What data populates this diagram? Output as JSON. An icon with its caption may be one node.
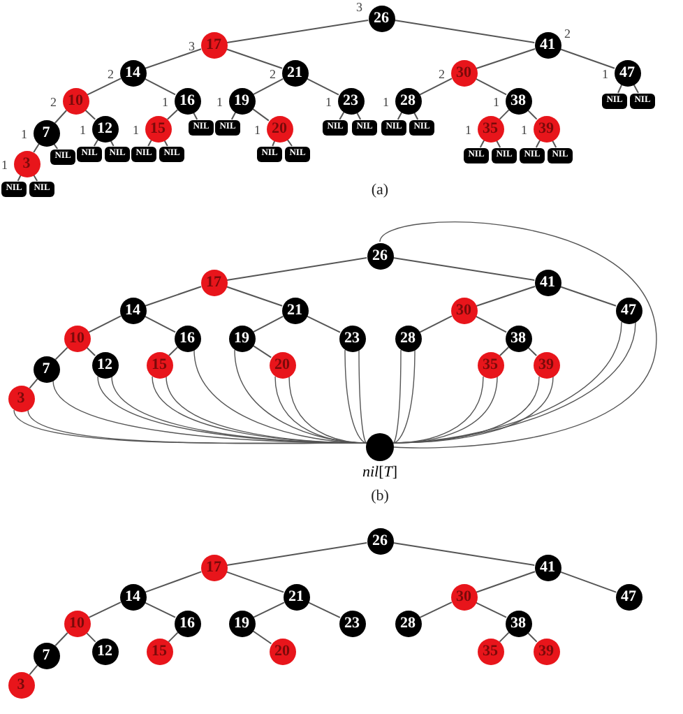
{
  "diagram": {
    "nodes": [
      {
        "text": [
          "26"
        ],
        "beside": [
          "3"
        ]
      },
      {
        "text": [
          "17"
        ],
        "beside": [
          "3"
        ]
      },
      {
        "text": [
          "41"
        ],
        "beside": [
          "2"
        ]
      },
      {
        "text": [
          "14"
        ],
        "beside": [
          "2"
        ]
      },
      {
        "text": [
          "21"
        ],
        "beside": [
          "2"
        ]
      },
      {
        "text": [
          "30"
        ],
        "beside": [
          "2"
        ]
      },
      {
        "text": [
          "47"
        ],
        "beside": [
          "1"
        ]
      },
      {
        "text": [
          "10"
        ],
        "beside": [
          "2"
        ]
      },
      {
        "text": [
          "16"
        ],
        "beside": [
          "1"
        ]
      },
      {
        "text": [
          "19"
        ],
        "beside": [
          "1"
        ]
      },
      {
        "text": [
          "23"
        ],
        "beside": [
          "1"
        ]
      },
      {
        "text": [
          "28"
        ],
        "beside": [
          "1"
        ]
      },
      {
        "text": [
          "38"
        ],
        "beside": [
          "1"
        ]
      },
      {
        "text": [
          "NIL"
        ]
      },
      {
        "text": [
          "NIL"
        ]
      },
      {
        "text": [
          "7"
        ],
        "beside": [
          "1"
        ]
      },
      {
        "text": [
          "12"
        ],
        "beside": [
          "1"
        ]
      },
      {
        "text": [
          "15"
        ],
        "beside": [
          "1"
        ]
      },
      {
        "text": [
          "NIL"
        ]
      },
      {
        "text": [
          "NIL"
        ]
      },
      {
        "text": [
          "20"
        ],
        "beside": [
          "1"
        ]
      },
      {
        "text": [
          "NIL"
        ]
      },
      {
        "text": [
          "NIL"
        ]
      },
      {
        "text": [
          "NIL"
        ]
      },
      {
        "text": [
          "NIL"
        ]
      },
      {
        "text": [
          "35"
        ],
        "beside": [
          "1"
        ]
      },
      {
        "text": [
          "39"
        ],
        "beside": [
          "1"
        ]
      },
      {
        "text": [
          "3"
        ],
        "beside": [
          "1"
        ]
      },
      {
        "text": [
          "NIL"
        ]
      },
      {
        "text": [
          "NIL"
        ]
      },
      {
        "text": [
          "NIL"
        ]
      },
      {
        "text": [
          "NIL"
        ]
      },
      {
        "text": [
          "NIL"
        ]
      },
      {
        "text": [
          "NIL"
        ]
      },
      {
        "text": [
          "NIL"
        ]
      },
      {
        "text": [
          "NIL"
        ]
      },
      {
        "text": [
          "NIL"
        ]
      },
      {
        "text": [
          "NIL"
        ]
      },
      {
        "text": [
          "NIL"
        ]
      },
      {
        "text": [
          "NIL"
        ]
      },
      {
        "text": [
          "NIL"
        ]
      },
      {
        "text": [
          "26"
        ]
      },
      {
        "text": [
          "17"
        ]
      },
      {
        "text": [
          "41"
        ]
      },
      {
        "text": [
          "14"
        ]
      },
      {
        "text": [
          "21"
        ]
      },
      {
        "text": [
          "30"
        ]
      },
      {
        "text": [
          "47"
        ]
      },
      {
        "text": [
          "10"
        ]
      },
      {
        "text": [
          "16"
        ]
      },
      {
        "text": [
          "19"
        ]
      },
      {
        "text": [
          "23"
        ]
      },
      {
        "text": [
          "28"
        ]
      },
      {
        "text": [
          "38"
        ]
      },
      {
        "text": [
          "7"
        ]
      },
      {
        "text": [
          "12"
        ]
      },
      {
        "text": [
          "15"
        ]
      },
      {
        "text": [
          "20"
        ]
      },
      {
        "text": [
          "35"
        ]
      },
      {
        "text": [
          "39"
        ]
      },
      {
        "text": [
          "3"
        ]
      },
      {
        "text": [
          "*nil*[*T*]"
        ]
      },
      {
        "text": [
          "26"
        ]
      },
      {
        "text": [
          "17"
        ]
      },
      {
        "text": [
          "41"
        ]
      },
      {
        "text": [
          "14"
        ]
      },
      {
        "text": [
          "21"
        ]
      },
      {
        "text": [
          "30"
        ]
      },
      {
        "text": [
          "47"
        ]
      },
      {
        "text": [
          "10"
        ]
      },
      {
        "text": [
          "16"
        ]
      },
      {
        "text": [
          "19"
        ]
      },
      {
        "text": [
          "23"
        ]
      },
      {
        "text": [
          "28"
        ]
      },
      {
        "text": [
          "38"
        ]
      },
      {
        "text": [
          "7"
        ]
      },
      {
        "text": [
          "12"
        ]
      },
      {
        "text": [
          "15"
        ]
      },
      {
        "text": [
          "20"
        ]
      },
      {
        "text": [
          "35"
        ]
      },
      {
        "text": [
          "39"
        ]
      },
      {
        "text": [
          "3"
        ]
      }
    ],
    "edges": [
      {
        "from": 0,
        "to": 1,
        "arrow": "none"
      },
      {
        "from": 0,
        "to": 2,
        "arrow": "none"
      },
      {
        "from": 1,
        "to": 3,
        "arrow": "none"
      },
      {
        "from": 1,
        "to": 4,
        "arrow": "none"
      },
      {
        "from": 2,
        "to": 5,
        "arrow": "none"
      },
      {
        "from": 2,
        "to": 6,
        "arrow": "none"
      },
      {
        "from": 3,
        "to": 7,
        "arrow": "none"
      },
      {
        "from": 3,
        "to": 8,
        "arrow": "none"
      },
      {
        "from": 4,
        "to": 9,
        "arrow": "none"
      },
      {
        "from": 4,
        "to": 10,
        "arrow": "none"
      },
      {
        "from": 5,
        "to": 11,
        "arrow": "none"
      },
      {
        "from": 5,
        "to": 12,
        "arrow": "none"
      },
      {
        "from": 6,
        "to": 13,
        "arrow": "none"
      },
      {
        "from": 6,
        "to": 14,
        "arrow": "none"
      },
      {
        "from": 7,
        "to": 15,
        "arrow": "none"
      },
      {
        "from": 7,
        "to": 16,
        "arrow": "none"
      },
      {
        "from": 8,
        "to": 17,
        "arrow": "none"
      },
      {
        "from": 8,
        "to": 18,
        "arrow": "none"
      },
      {
        "from": 9,
        "to": 19,
        "arrow": "none"
      },
      {
        "from": 9,
        "to": 20,
        "arrow": "none"
      },
      {
        "from": 10,
        "to": 21,
        "arrow": "none"
      },
      {
        "from": 10,
        "to": 22,
        "arrow": "none"
      },
      {
        "from": 11,
        "to": 23,
        "arrow": "none"
      },
      {
        "from": 11,
        "to": 24,
        "arrow": "none"
      },
      {
        "from": 12,
        "to": 25,
        "arrow": "none"
      },
      {
        "from": 12,
        "to": 26,
        "arrow": "none"
      },
      {
        "from": 15,
        "to": 27,
        "arrow": "none"
      },
      {
        "from": 15,
        "to": 28,
        "arrow": "none"
      },
      {
        "from": 16,
        "to": 29,
        "arrow": "none"
      },
      {
        "from": 16,
        "to": 30,
        "arrow": "none"
      },
      {
        "from": 17,
        "to": 31,
        "arrow": "none"
      },
      {
        "from": 17,
        "to": 32,
        "arrow": "none"
      },
      {
        "from": 20,
        "to": 33,
        "arrow": "none"
      },
      {
        "from": 20,
        "to": 34,
        "arrow": "none"
      },
      {
        "from": 25,
        "to": 35,
        "arrow": "none"
      },
      {
        "from": 25,
        "to": 36,
        "arrow": "none"
      },
      {
        "from": 26,
        "to": 37,
        "arrow": "none"
      },
      {
        "from": 26,
        "to": 38,
        "arrow": "none"
      },
      {
        "from": 27,
        "to": 39,
        "arrow": "none"
      },
      {
        "from": 27,
        "to": 40,
        "arrow": "none"
      },
      {
        "from": 41,
        "to": 42,
        "arrow": "none"
      },
      {
        "from": 41,
        "to": 43,
        "arrow": "none"
      },
      {
        "from": 42,
        "to": 44,
        "arrow": "none"
      },
      {
        "from": 42,
        "to": 45,
        "arrow": "none"
      },
      {
        "from": 43,
        "to": 46,
        "arrow": "none"
      },
      {
        "from": 43,
        "to": 47,
        "arrow": "none"
      },
      {
        "from": 44,
        "to": 48,
        "arrow": "none"
      },
      {
        "from": 44,
        "to": 49,
        "arrow": "none"
      },
      {
        "from": 45,
        "to": 50,
        "arrow": "none"
      },
      {
        "from": 45,
        "to": 51,
        "arrow": "none"
      },
      {
        "from": 46,
        "to": 52,
        "arrow": "none"
      },
      {
        "from": 46,
        "to": 53,
        "arrow": "none"
      },
      {
        "from": 48,
        "to": 54,
        "arrow": "none"
      },
      {
        "from": 48,
        "to": 55,
        "arrow": "none"
      },
      {
        "from": 49,
        "to": 56,
        "arrow": "none"
      },
      {
        "from": 50,
        "to": 57,
        "arrow": "none"
      },
      {
        "from": 53,
        "to": 58,
        "arrow": "none"
      },
      {
        "from": 53,
        "to": 59,
        "arrow": "none"
      },
      {
        "from": 54,
        "to": 60,
        "arrow": "none"
      },
      {
        "from": 60,
        "to": 61,
        "arrow": "none"
      },
      {
        "from": 60,
        "to": 61,
        "arrow": "none"
      },
      {
        "from": 54,
        "to": 61,
        "arrow": "none"
      },
      {
        "from": 55,
        "to": 61,
        "arrow": "none"
      },
      {
        "from": 55,
        "to": 61,
        "arrow": "none"
      },
      {
        "from": 56,
        "to": 61,
        "arrow": "none"
      },
      {
        "from": 56,
        "to": 61,
        "arrow": "none"
      },
      {
        "from": 49,
        "to": 61,
        "arrow": "none"
      },
      {
        "from": 50,
        "to": 61,
        "arrow": "none"
      },
      {
        "from": 57,
        "to": 61,
        "arrow": "none"
      },
      {
        "from": 57,
        "to": 61,
        "arrow": "none"
      },
      {
        "from": 51,
        "to": 61,
        "arrow": "none"
      },
      {
        "from": 51,
        "to": 61,
        "arrow": "none"
      },
      {
        "from": 52,
        "to": 61,
        "arrow": "none"
      },
      {
        "from": 52,
        "to": 61,
        "arrow": "none"
      },
      {
        "from": 58,
        "to": 61,
        "arrow": "none"
      },
      {
        "from": 58,
        "to": 61,
        "arrow": "none"
      },
      {
        "from": 59,
        "to": 61,
        "arrow": "none"
      },
      {
        "from": 59,
        "to": 61,
        "arrow": "none"
      },
      {
        "from": 47,
        "to": 61,
        "arrow": "none"
      },
      {
        "from": 47,
        "to": 61,
        "arrow": "none"
      },
      {
        "from": 41,
        "to": 61,
        "arrow": "none"
      },
      {
        "from": 62,
        "to": 63,
        "arrow": "none"
      },
      {
        "from": 62,
        "to": 64,
        "arrow": "none"
      },
      {
        "from": 63,
        "to": 65,
        "arrow": "none"
      },
      {
        "from": 63,
        "to": 66,
        "arrow": "none"
      },
      {
        "from": 64,
        "to": 67,
        "arrow": "none"
      },
      {
        "from": 64,
        "to": 68,
        "arrow": "none"
      },
      {
        "from": 65,
        "to": 69,
        "arrow": "none"
      },
      {
        "from": 65,
        "to": 70,
        "arrow": "none"
      },
      {
        "from": 66,
        "to": 71,
        "arrow": "none"
      },
      {
        "from": 66,
        "to": 72,
        "arrow": "none"
      },
      {
        "from": 67,
        "to": 73,
        "arrow": "none"
      },
      {
        "from": 67,
        "to": 74,
        "arrow": "none"
      },
      {
        "from": 69,
        "to": 75,
        "arrow": "none"
      },
      {
        "from": 69,
        "to": 76,
        "arrow": "none"
      },
      {
        "from": 70,
        "to": 77,
        "arrow": "none"
      },
      {
        "from": 71,
        "to": 78,
        "arrow": "none"
      },
      {
        "from": 74,
        "to": 79,
        "arrow": "none"
      },
      {
        "from": 74,
        "to": 80,
        "arrow": "none"
      },
      {
        "from": 75,
        "to": 81,
        "arrow": "none"
      }
    ],
    "labels": [
      "(a)",
      "(b)"
    ]
  }
}
